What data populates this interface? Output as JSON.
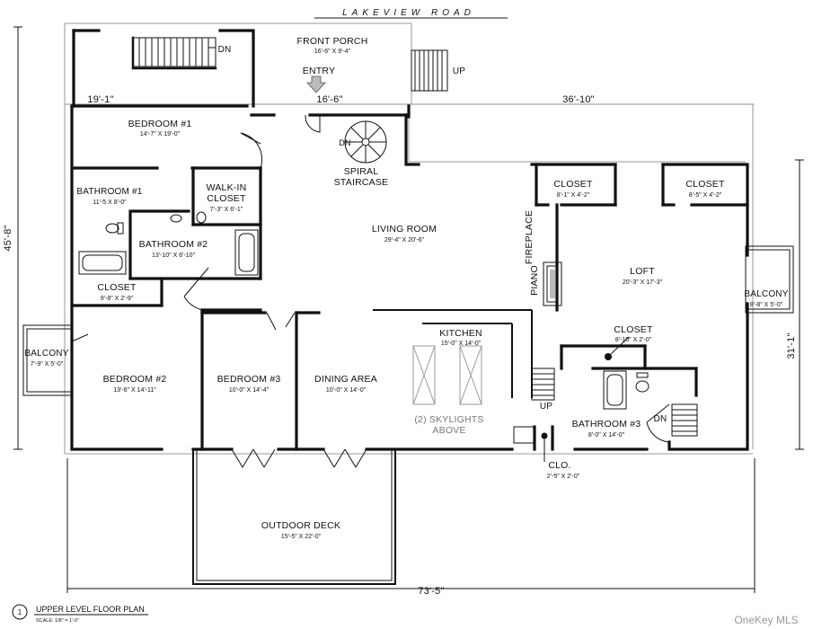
{
  "road": "LAKEVIEW ROAD",
  "rooms": {
    "front_porch": {
      "name": "FRONT PORCH",
      "size": "16'-6\" X 9'-4\""
    },
    "entry": {
      "name": "ENTRY"
    },
    "bedroom1": {
      "name": "BEDROOM #1",
      "size": "14'-7\" X 19'-0\""
    },
    "bathroom1": {
      "name": "BATHROOM #1",
      "size": "11'-5 X 8'-0\""
    },
    "walkin": {
      "name1": "WALK-IN",
      "name2": "CLOSET",
      "size": "7'-3\" X 6'-1\""
    },
    "bathroom2": {
      "name": "BATHROOM #2",
      "size": "13'-10\" X 6'-10\""
    },
    "closet_left": {
      "name": "CLOSET",
      "size": "9'-8\" X 2'-9\""
    },
    "balcony_left": {
      "name": "BALCONY",
      "size": "7'-9\" X 5'-0\""
    },
    "bedroom2": {
      "name": "BEDROOM #2",
      "size": "13'-6\" X 14'-11\""
    },
    "bedroom3": {
      "name": "BEDROOM #3",
      "size": "10'-0\" X 14'-4\""
    },
    "dining": {
      "name": "DINING AREA",
      "size": "10'-0\" X 14'-0\""
    },
    "living": {
      "name": "LIVING ROOM",
      "size": "29'-4\" X 20'-6\""
    },
    "spiral": {
      "name1": "SPIRAL",
      "name2": "STAIRCASE",
      "dn": "DN"
    },
    "kitchen": {
      "name": "KITCHEN",
      "size": "15'-0\" X 14'-0\""
    },
    "skylights": {
      "line1": "(2) SKYLIGHTS",
      "line2": "ABOVE"
    },
    "fireplace": {
      "name": "FIREPLACE"
    },
    "piano": {
      "name": "PIANO"
    },
    "closet_tl": {
      "name": "CLOSET",
      "size": "8'-1\" X 4'-2\""
    },
    "closet_tr": {
      "name": "CLOSET",
      "size": "8'-5\" X 4'-2\""
    },
    "loft": {
      "name": "LOFT",
      "size": "20'-3\" X 17'-3\""
    },
    "balcony_right": {
      "name": "BALCONY",
      "size": "8'-8\" X 5'-0\""
    },
    "closet_mid": {
      "name": "CLOSET",
      "size": "8'-10\" X 2'-0\""
    },
    "bathroom3": {
      "name": "BATHROOM #3",
      "size": "8'-0\" X 14'-0\""
    },
    "clo": {
      "name": "CLO.",
      "size": "2'-5\" X 2'-0\""
    },
    "deck": {
      "name": "OUTDOOR DECK",
      "size": "15'-5\" X 22'-0\""
    }
  },
  "stairs": {
    "dn_top": "DN",
    "up_porch": "UP",
    "up_kitchen": "UP",
    "dn_bath3": "DN"
  },
  "dimensions": {
    "top_left": "19'-1\"",
    "top_mid": "16'-6\"",
    "top_right": "36'-10\"",
    "left": "45'-8\"",
    "right": "31'-1\"",
    "bottom": "73'-5\""
  },
  "title_block": {
    "number": "1",
    "title": "UPPER LEVEL FLOOR PLAN",
    "scale": "SCALE: 1/8\" = 1'-0\""
  },
  "watermark": "OneKey MLS"
}
